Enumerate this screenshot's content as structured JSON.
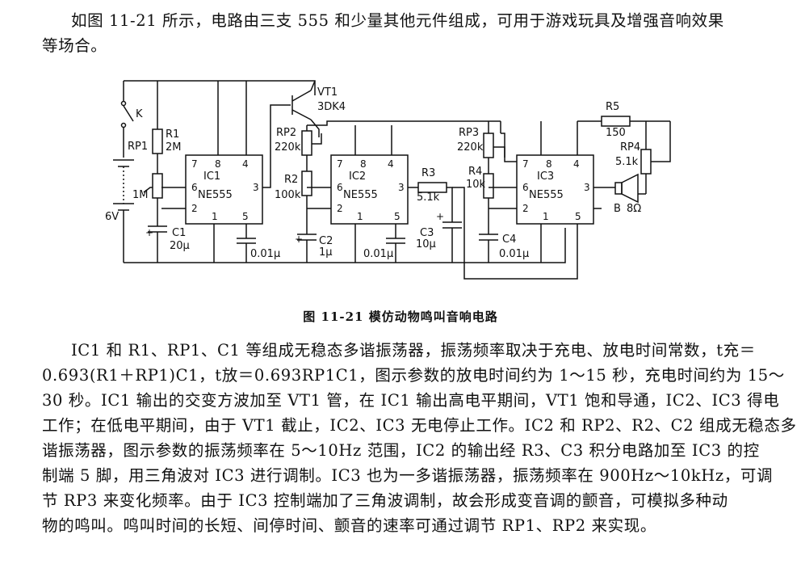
{
  "intro": {
    "line1": "如图 11-21 所示，电路由三支 555 和少量其他元件组成，可用于游戏玩具及增强音响效果",
    "line2": "等场合。"
  },
  "circuit": {
    "switch_k": "K",
    "r1": "R1",
    "r1_val": "2M",
    "rp1": "RP1",
    "rp1_val": "1M",
    "batt": "6V",
    "c1": "C1",
    "c1_val": "20μ",
    "ic1": "IC1",
    "ic1_type": "NE555",
    "c_01a": "0.01μ",
    "vt1": "VT1",
    "vt1_type": "3DK4",
    "rp2": "RP2",
    "rp2_val": "220k",
    "r2": "R2",
    "r2_val": "100k",
    "c2": "C2",
    "c2_val": "1μ",
    "ic2": "IC2",
    "ic2_type": "NE555",
    "c_01b": "0.01μ",
    "r3": "R3",
    "r3_val": "5.1k",
    "c3": "C3",
    "c3_val": "10μ",
    "rp3": "RP3",
    "rp3_val": "220k",
    "r4": "R4",
    "r4_val": "10k",
    "c4": "C4",
    "c4_val": "0.01μ",
    "ic3": "IC3",
    "ic3_type": "NE555",
    "r5": "R5",
    "r5_val": "150",
    "rp4": "RP4",
    "rp4_val": "5.1k",
    "spk": "B",
    "spk_val": "8Ω"
  },
  "caption": "图 11-21    模仿动物鸣叫音响电路",
  "body": {
    "l1": "IC1 和 R1、RP1、C1 等组成无稳态多谐振荡器，振荡频率取决于充电、放电时间常数，t充＝",
    "l2": "0.693(R1＋RP1)C1，t放＝0.693RP1C1，图示参数的放电时间约为 1～15 秒，充电时间约为 15～",
    "l3": "30 秒。IC1 输出的交变方波加至 VT1 管，在 IC1 输出高电平期间，VT1 饱和导通，IC2、IC3 得电",
    "l4": "工作；在低电平期间，由于 VT1 截止，IC2、IC3 无电停止工作。IC2 和 RP2、R2、C2 组成无稳态多",
    "l5": "谐振荡器，图示参数的振荡频率在 5～10Hz 范围，IC2 的输出经 R3、C3 积分电路加至 IC3 的控",
    "l6": "制端 5 脚，用三角波对 IC3 进行调制。IC3 也为一多谐振荡器，振荡频率在 900Hz～10kHz，可调",
    "l7": "节 RP3 来变化频率。由于 IC3 控制端加了三角波调制，故会形成变音调的颤音，可模拟多种动",
    "l8": "物的鸣叫。鸣叫时间的长短、间停时间、颤音的速率可通过调节 RP1、RP2 来实现。"
  }
}
